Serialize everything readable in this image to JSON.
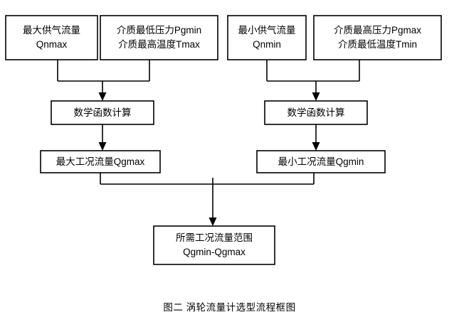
{
  "diagram": {
    "type": "flowchart",
    "caption": "图二  涡轮流量计选型流程框图",
    "colors": {
      "background": "#ffffff",
      "stroke": "#000000",
      "text": "#000000"
    },
    "nodes": [
      {
        "id": "qnmax",
        "name": "max-supply-flow-box",
        "lines": [
          "最大供气流量",
          "Qnmax"
        ]
      },
      {
        "id": "pgmin-tmax",
        "name": "medium-min-pressure-max-temp-box",
        "lines": [
          "介质最低压力Pgmin",
          "介质最高温度Tmax"
        ]
      },
      {
        "id": "qnmin",
        "name": "min-supply-flow-box",
        "lines": [
          "最小供气流量",
          "Qnmin"
        ]
      },
      {
        "id": "pgmax-tmin",
        "name": "medium-max-pressure-min-temp-box",
        "lines": [
          "介质最高压力Pgmax",
          "介质最低温度Tmin"
        ]
      },
      {
        "id": "calc-left",
        "name": "math-function-calculation-left-box",
        "lines": [
          "数学函数计算"
        ]
      },
      {
        "id": "calc-right",
        "name": "math-function-calculation-right-box",
        "lines": [
          "数学函数计算"
        ]
      },
      {
        "id": "qgmax",
        "name": "max-working-flow-box",
        "lines": [
          "最大工况流量Qgmax"
        ]
      },
      {
        "id": "qgmin",
        "name": "min-working-flow-box",
        "lines": [
          "最小工况流量Qgmin"
        ]
      },
      {
        "id": "range",
        "name": "required-working-flow-range-box",
        "lines": [
          "所需工况流量范围",
          "Qgmin-Qgmax"
        ]
      }
    ],
    "edges": [
      {
        "from": "qnmax",
        "to": "calc-left",
        "style": "elbow-merge",
        "arrow": true
      },
      {
        "from": "pgmin-tmax",
        "to": "calc-left",
        "style": "elbow-merge",
        "arrow": true
      },
      {
        "from": "qnmin",
        "to": "calc-right",
        "style": "elbow-merge",
        "arrow": true
      },
      {
        "from": "pgmax-tmin",
        "to": "calc-right",
        "style": "elbow-merge",
        "arrow": true
      },
      {
        "from": "calc-left",
        "to": "qgmax",
        "style": "straight",
        "arrow": true
      },
      {
        "from": "calc-right",
        "to": "qgmin",
        "style": "straight",
        "arrow": true
      },
      {
        "from": "qgmax",
        "to": "range",
        "style": "elbow-merge",
        "arrow": true
      },
      {
        "from": "qgmin",
        "to": "range",
        "style": "elbow-merge",
        "arrow": true
      }
    ]
  }
}
